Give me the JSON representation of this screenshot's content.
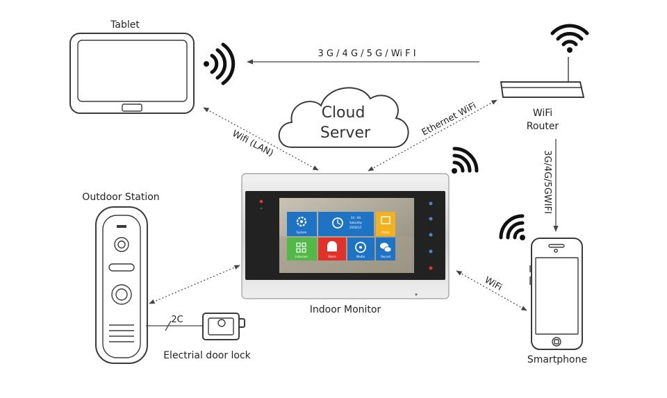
{
  "devices": {
    "tablet": "Tablet",
    "wifi_router_line1": "WiFi",
    "wifi_router_line2": "Router",
    "outdoor_station": "Outdoor Station",
    "indoor_monitor": "Indoor Monitor",
    "smartphone": "Smartphone",
    "door_lock": "Electrial door lock",
    "cloud_line1": "Cloud",
    "cloud_line2": "Server"
  },
  "connections": {
    "router_to_tablet": "3 G /  4 G /  5 G /  Wi  F I",
    "router_to_phone": "3G/4G/5GWIFI",
    "tablet_to_monitor": "Wifi (LAN)",
    "router_to_monitor": "Ethernet WiFi",
    "phone_to_monitor": "WiFi",
    "station_to_lock": "2C"
  },
  "monitor_screen": {
    "tiles": [
      "System",
      "Alarm",
      "Media",
      "Record",
      "Intercom",
      "Photo"
    ],
    "clock_time": "24 : 00",
    "clock_day": "Saturday",
    "clock_date": "2020/1/1"
  },
  "colors": {
    "tile_blue": "#1f73c4",
    "tile_yellow": "#f2b21f",
    "tile_green": "#52b848",
    "tile_red": "#e0312b",
    "monitor_frame": "#d8d8d8",
    "monitor_bezel": "#222222"
  }
}
